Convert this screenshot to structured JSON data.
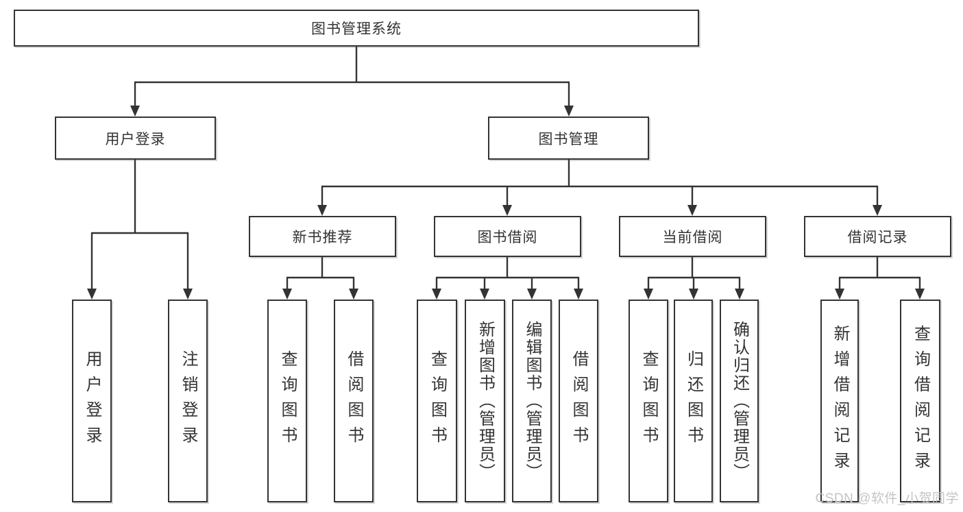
{
  "colors": {
    "background": "#ffffff",
    "box_bg": "#ffffff",
    "line": "#333333",
    "text": "#333333",
    "watermark": "#c4c4c4"
  },
  "diagram": {
    "type": "hierarchy-tree",
    "root": {
      "label": "图书管理系统"
    },
    "level2": [
      {
        "label": "用户登录",
        "parent": "图书管理系统"
      },
      {
        "label": "图书管理",
        "parent": "图书管理系统"
      }
    ],
    "level3": [
      {
        "label": "新书推荐",
        "parent": "图书管理"
      },
      {
        "label": "图书借阅",
        "parent": "图书管理"
      },
      {
        "label": "当前借阅",
        "parent": "图书管理"
      },
      {
        "label": "借阅记录",
        "parent": "图书管理"
      }
    ],
    "leaves": [
      {
        "label": "用户登录",
        "parent": "用户登录"
      },
      {
        "label": "注销登录",
        "parent": "用户登录"
      },
      {
        "label": "查询图书",
        "parent": "新书推荐"
      },
      {
        "label": "借阅图书",
        "parent": "新书推荐"
      },
      {
        "label": "查询图书",
        "parent": "图书借阅"
      },
      {
        "label": "新增图书（管理员）",
        "parent": "图书借阅"
      },
      {
        "label": "编辑图书（管理员）",
        "parent": "图书借阅"
      },
      {
        "label": "借阅图书",
        "parent": "图书借阅"
      },
      {
        "label": "查询图书",
        "parent": "当前借阅"
      },
      {
        "label": "归还图书",
        "parent": "当前借阅"
      },
      {
        "label": "确认归还（管理员）",
        "parent": "当前借阅"
      },
      {
        "label": "新增借阅记录",
        "parent": "借阅记录"
      },
      {
        "label": "查询借阅记录",
        "parent": "借阅记录"
      }
    ]
  },
  "watermark": {
    "text": "CSDN @软件_小贺同学"
  }
}
